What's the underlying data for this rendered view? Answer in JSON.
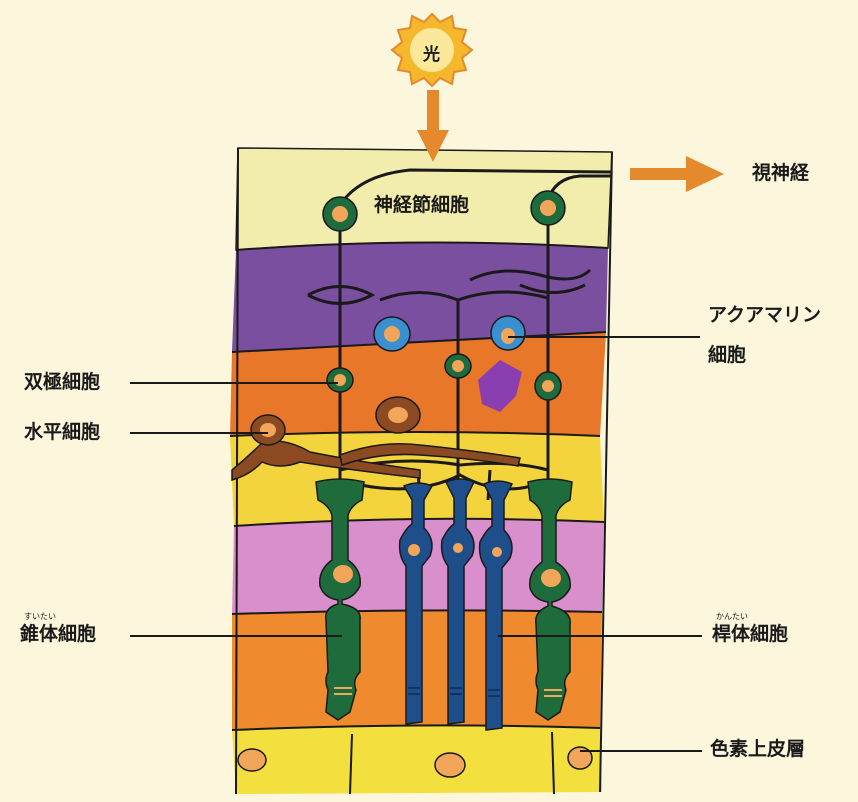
{
  "light_label": "光",
  "labels": {
    "optic_nerve": "視神経",
    "ganglion": "神経節細胞",
    "amacrine_line1": "アクアマリン",
    "amacrine_line2": "細胞",
    "bipolar": "双極細胞",
    "horizontal": "水平細胞",
    "cone": "錐体細胞",
    "cone_ruby": "すいたい",
    "rod": "桿体細胞",
    "rod_ruby": "かんたい",
    "pigment_epithelium": "色素上皮層"
  },
  "colors": {
    "background": "#fbf6dc",
    "light_arrow": "#e58a2c",
    "ganglion_layer": "#f2ecad",
    "inner_plexiform": "#7a4fa0",
    "inner_nuclear": "#e8772a",
    "outer_plexiform": "#f4d43c",
    "outer_nuclear": "#d98fcb",
    "photoreceptor_segment": "#ef8a2e",
    "pigment_layer": "#f3df3e",
    "cone_cell": "#1e6b3b",
    "rod_cell": "#1f4f8a",
    "horizontal_cell": "#8b4a22",
    "amacrine_cell": "#3a8fd0",
    "nucleus": "#f2a65a"
  }
}
